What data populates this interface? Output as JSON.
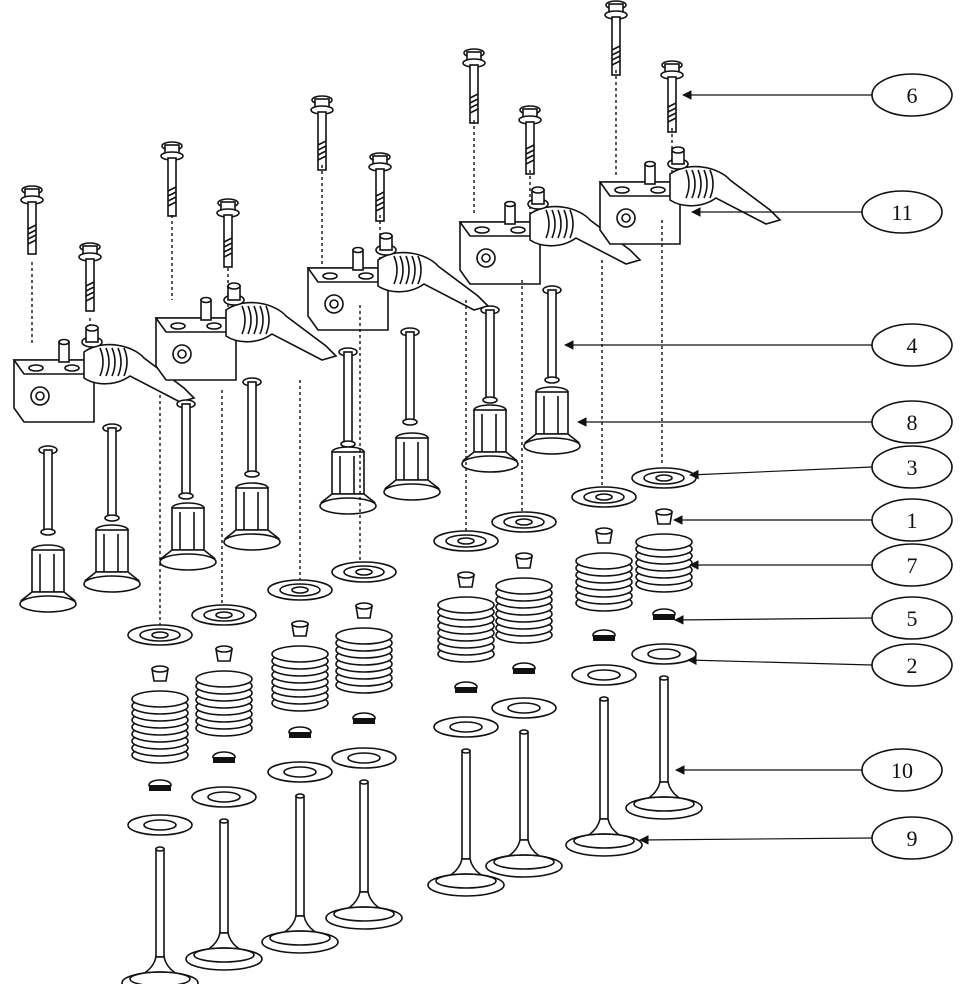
{
  "callouts": [
    {
      "label": "6"
    },
    {
      "label": "11"
    },
    {
      "label": "4"
    },
    {
      "label": "8"
    },
    {
      "label": "3"
    },
    {
      "label": "1"
    },
    {
      "label": "7"
    },
    {
      "label": "5"
    },
    {
      "label": "2"
    },
    {
      "label": "10"
    },
    {
      "label": "9"
    }
  ]
}
